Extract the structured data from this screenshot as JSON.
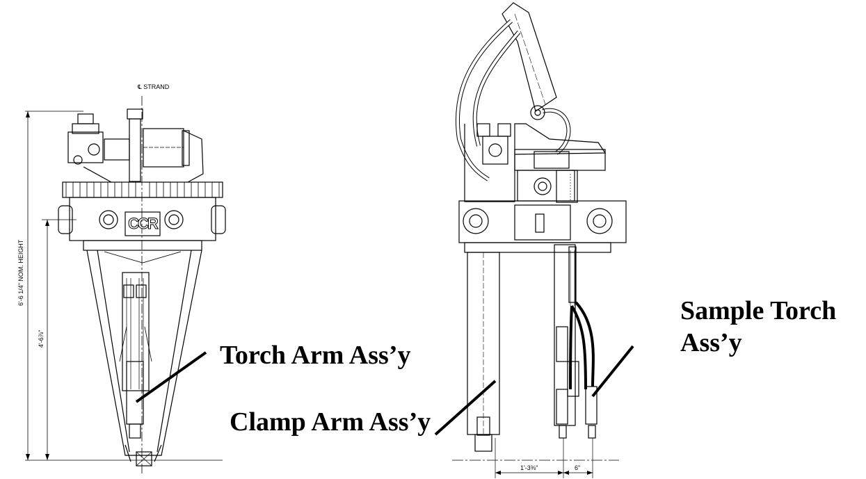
{
  "labels": {
    "torch_arm": "Torch Arm Ass’y",
    "clamp_arm": "Clamp Arm Ass’y",
    "sample_torch_line1": "Sample Torch",
    "sample_torch_line2": "Ass’y"
  },
  "dimensions": {
    "centerline": "℄ STRAND",
    "overall_height": "6'-6 1/4\" NOM. HEIGHT",
    "partial_height": "4'-6⅞\"",
    "width_a": "1'-3⅜\"",
    "width_b": "6\""
  },
  "logo_text": "CCR",
  "colors": {
    "line": "#000000",
    "background": "#ffffff"
  }
}
